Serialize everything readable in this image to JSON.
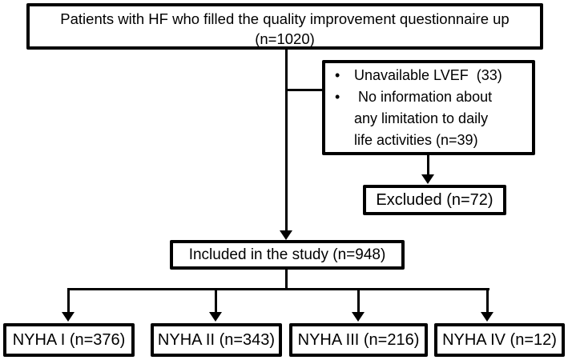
{
  "diagram": {
    "background": "#ffffff",
    "line_color": "#000000",
    "text_color": "#000000",
    "top_box": {
      "line1": "Patients with HF who filled the quality improvement questionnaire up",
      "line2": "(n=1020)"
    },
    "exclusion_box": {
      "bullets": [
        "Unavailable LVEF  (33)",
        " No information about\nany limitation to daily\nlife activities (n=39)"
      ]
    },
    "excluded_box": {
      "label": "Excluded (n=72)"
    },
    "included_box": {
      "label": "Included in the study (n=948)"
    },
    "nyha_boxes": [
      {
        "label": "NYHA I (n=376)"
      },
      {
        "label": "NYHA II (n=343)"
      },
      {
        "label": "NYHA III (n=216)"
      },
      {
        "label": "NYHA IV (n=12)"
      }
    ]
  }
}
